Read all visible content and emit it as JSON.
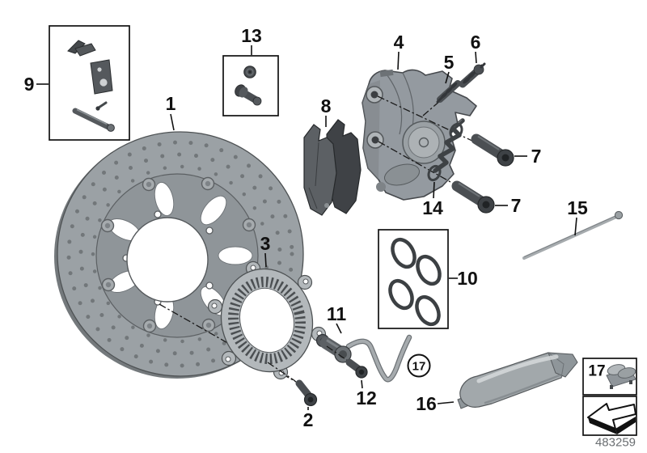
{
  "labels": {
    "c1": "1",
    "c2": "2",
    "c3": "3",
    "c4": "4",
    "c5": "5",
    "c6": "6",
    "c7a": "7",
    "c7b": "7",
    "c8": "8",
    "c9": "9",
    "c10": "10",
    "c11": "11",
    "c12": "12",
    "c13": "13",
    "c14": "14",
    "c15": "15",
    "c16": "16",
    "c17_circled": "17",
    "c17_inset": "17"
  },
  "footer": {
    "code": "483259"
  },
  "colors": {
    "background": "#ffffff",
    "line": "#111111",
    "metal_light": "#aeb3b6",
    "metal_mid": "#969ca0",
    "metal_dark": "#45494c",
    "code_text": "#6a6e71"
  },
  "icons": {
    "direction_arrow": "arrow-pointing-lower-left"
  }
}
